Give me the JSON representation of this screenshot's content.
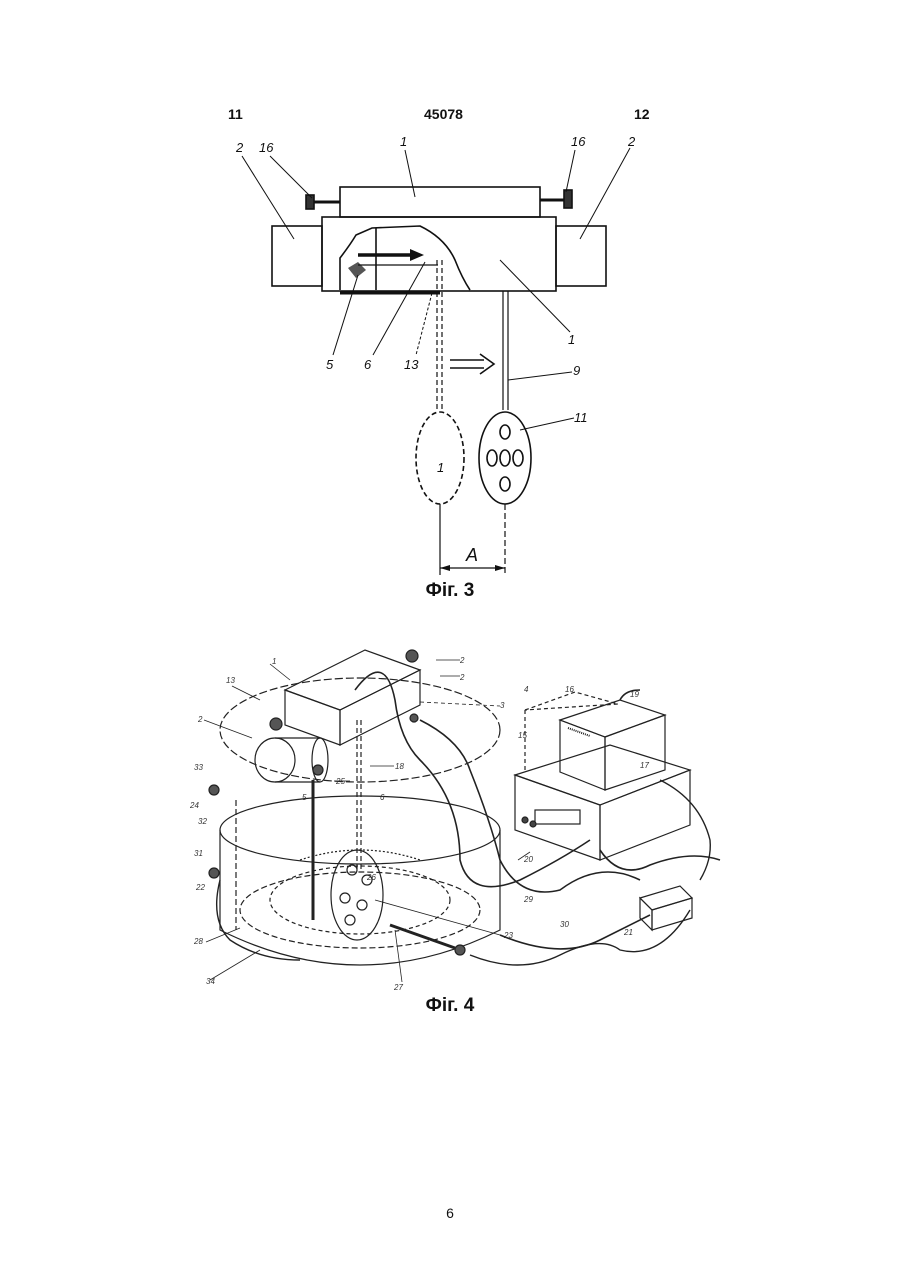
{
  "header": {
    "left": "11",
    "center": "45078",
    "right": "12"
  },
  "figure3": {
    "caption": "Фіг. 3",
    "labels": {
      "l1_top": "1",
      "l1_right": "1",
      "l1_ellipse": "1",
      "l2_left": "2",
      "l2_right": "2",
      "l16_left": "16",
      "l16_right": "16",
      "l5": "5",
      "l6": "6",
      "l13": "13",
      "l9": "9",
      "l11": "11",
      "lA": "A"
    }
  },
  "figure4": {
    "caption": "Фіг. 4",
    "labels": {
      "l1": "1",
      "l2a": "2",
      "l2b": "2",
      "l2c": "2",
      "l3": "3",
      "l4": "4",
      "l5": "5",
      "l6": "6",
      "l13": "13",
      "l15": "15",
      "l16": "16",
      "l17": "17",
      "l18": "18",
      "l19": "19",
      "l20": "20",
      "l21": "21",
      "l22": "22",
      "l23": "23",
      "l24": "24",
      "l25": "25",
      "l26": "26",
      "l27": "27",
      "l28": "28",
      "l29": "29",
      "l30": "30",
      "l31": "31",
      "l32": "32",
      "l33": "33",
      "l34": "34"
    }
  },
  "page_number": "6"
}
